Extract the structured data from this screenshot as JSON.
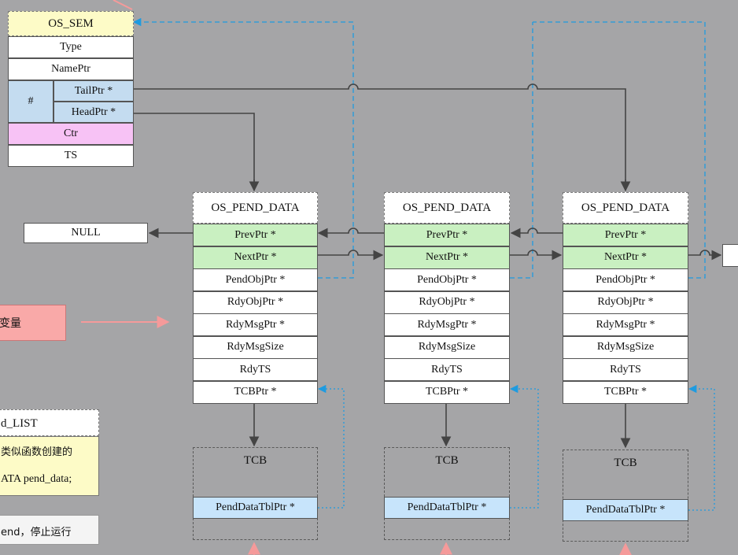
{
  "os_sem": {
    "header": "OS_SEM",
    "type": "Type",
    "name_ptr": "NamePtr",
    "hash": "#",
    "tail_ptr": "TailPtr  *",
    "head_ptr": "HeadPtr  *",
    "ctr": "Ctr",
    "ts": "TS"
  },
  "null_label": "NULL",
  "note_fragment": "变量",
  "list_panel": {
    "title": "d_LIST",
    "line1": "类似函数创建的",
    "line2": "ATA  pend_data;",
    "line3": "end，停止运行"
  },
  "pend_blocks": [
    {
      "header": "OS_PEND_DATA",
      "fields": [
        "PrevPtr  *",
        "NextPtr  *",
        "PendObjPtr  *",
        "RdyObjPtr  *",
        "RdyMsgPtr  *",
        "RdyMsgSize",
        "RdyTS",
        "TCBPtr  *"
      ]
    },
    {
      "header": "OS_PEND_DATA",
      "fields": [
        "PrevPtr  *",
        "NextPtr  *",
        "PendObjPtr  *",
        "RdyObjPtr  *",
        "RdyMsgPtr  *",
        "RdyMsgSize",
        "RdyTS",
        "TCBPtr  *"
      ]
    },
    {
      "header": "OS_PEND_DATA",
      "fields": [
        "PrevPtr  *",
        "NextPtr  *",
        "PendObjPtr  *",
        "RdyObjPtr  *",
        "RdyMsgPtr  *",
        "RdyMsgSize",
        "RdyTS",
        "TCBPtr  *"
      ]
    }
  ],
  "tcbs": [
    {
      "title": "TCB",
      "field": "PendDataTblPtr  *"
    },
    {
      "title": "TCB",
      "field": "PendDataTblPtr  *"
    },
    {
      "title": "TCB",
      "field": "PendDataTblPtr  *"
    }
  ],
  "colors": {
    "background": "#a5a5a7",
    "field_green": "#c9f0c1",
    "field_blue": "#c4dcf0",
    "field_pink": "#f7c2f5",
    "header_yellow": "#fdfbc7",
    "dashed_link": "#1e9be0",
    "solid_link": "#444444",
    "pink_arrow": "#f08c8c"
  }
}
